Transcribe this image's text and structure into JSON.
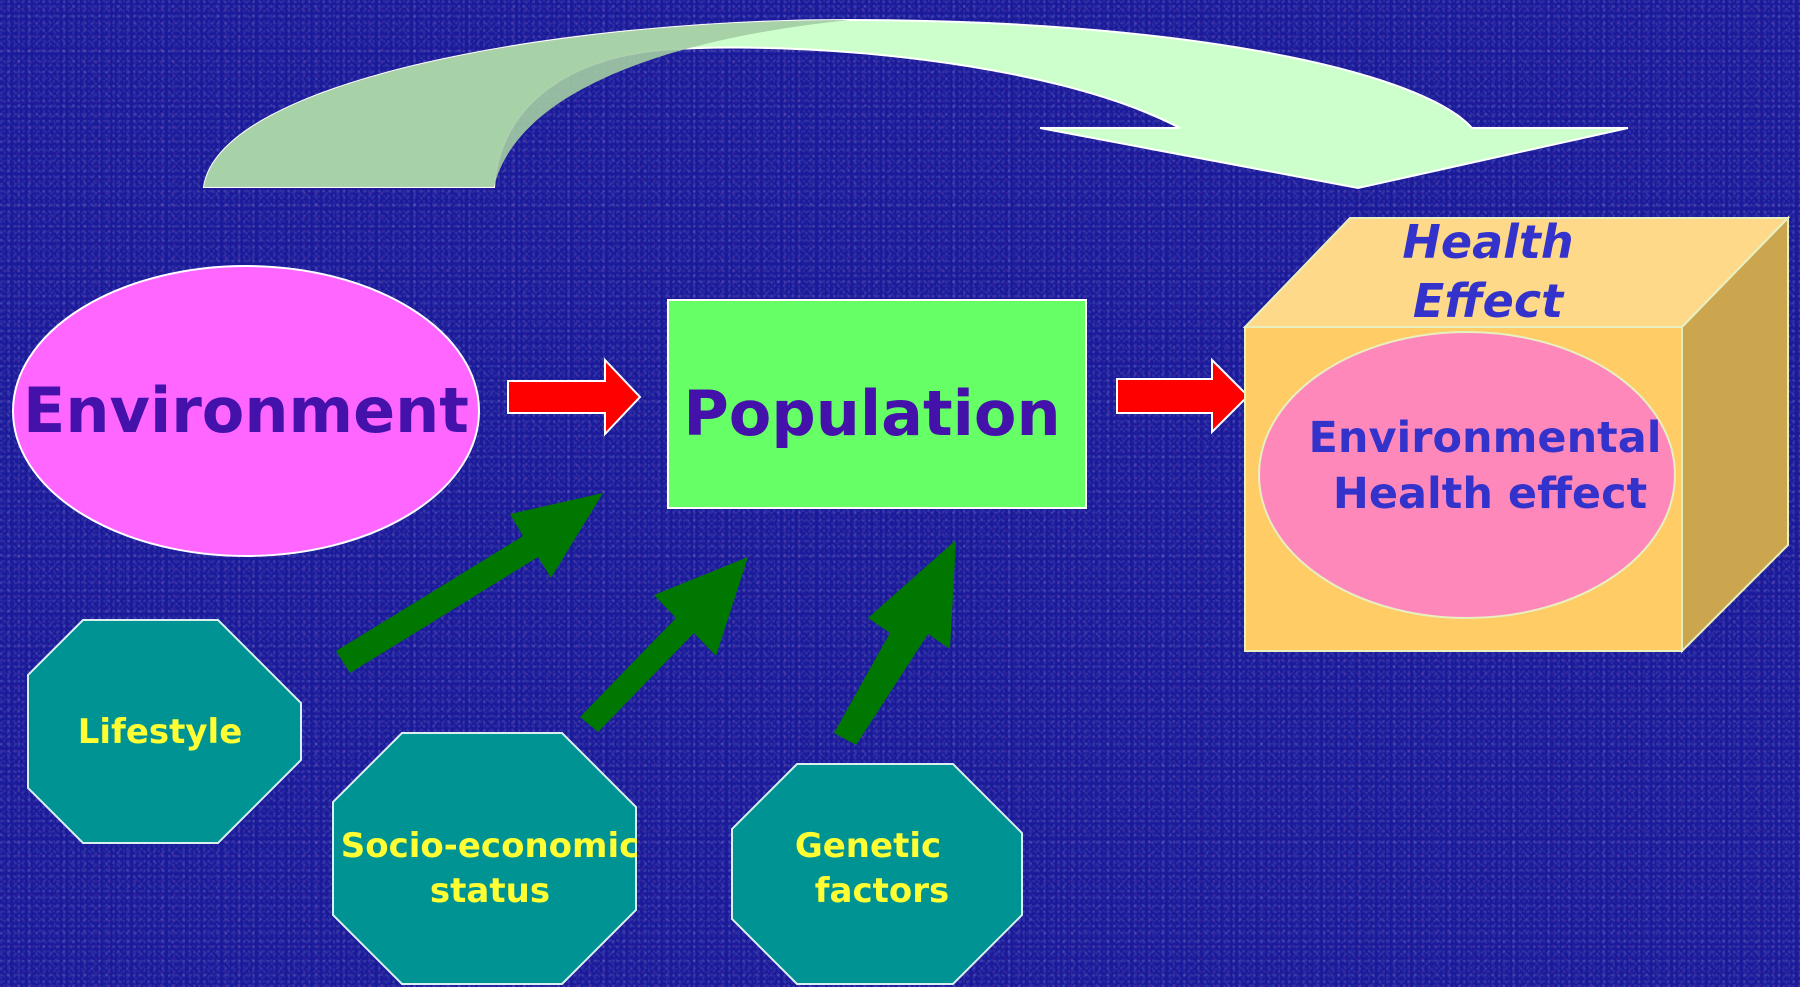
{
  "nodes": {
    "environment": "Environment",
    "population": "Population",
    "health_effect_title_line1": "Health",
    "health_effect_title_line2": "Effect",
    "env_health_line1": "Environmental",
    "env_health_line2": "Health effect",
    "lifestyle": "Lifestyle",
    "socio_line1": "Socio-economic",
    "socio_line2": "status",
    "genetic_line1": "Genetic",
    "genetic_line2": "factors"
  },
  "colors": {
    "background": "#1a1a9a",
    "environment_fill": "#ff66ff",
    "population_fill": "#66ff66",
    "box_front": "#ffcc66",
    "box_top": "#ffd98a",
    "box_side": "#cca54f",
    "inner_ellipse": "#ff88bb",
    "octagon_fill": "#009393",
    "octagon_text": "#ffff33",
    "main_text": "#4411aa",
    "blue_text": "#3333cc",
    "red_arrow": "#ff0000",
    "green_arrow": "#007700",
    "curved_arrow": "#ccffcc"
  }
}
